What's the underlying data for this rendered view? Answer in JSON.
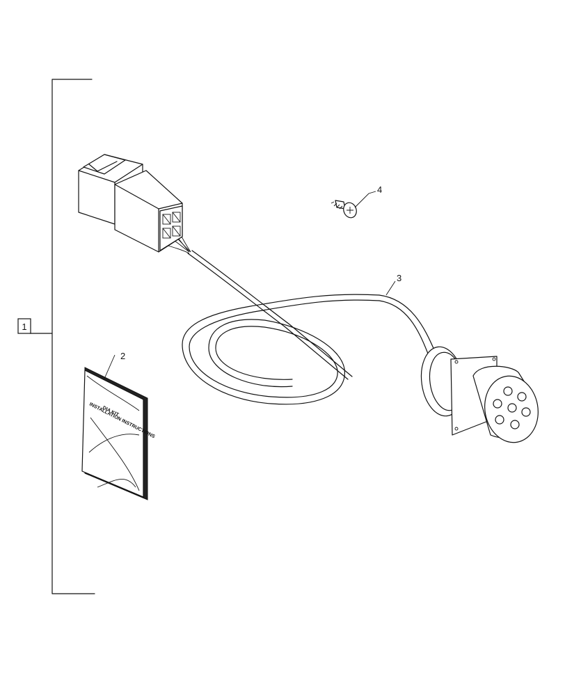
{
  "callouts": {
    "kit": "1",
    "manual": "2",
    "harness": "3",
    "screw": "4"
  },
  "manual": {
    "cover_line1": "DIA KIT",
    "cover_line2": "INSTALLATION INSTRUCTIONS"
  },
  "colors": {
    "line": "#111111",
    "background": "#ffffff"
  },
  "icons": [
    "connector-4-pin-icon",
    "round-7-pin-connector-icon",
    "screw-icon",
    "manual-booklet-icon"
  ]
}
